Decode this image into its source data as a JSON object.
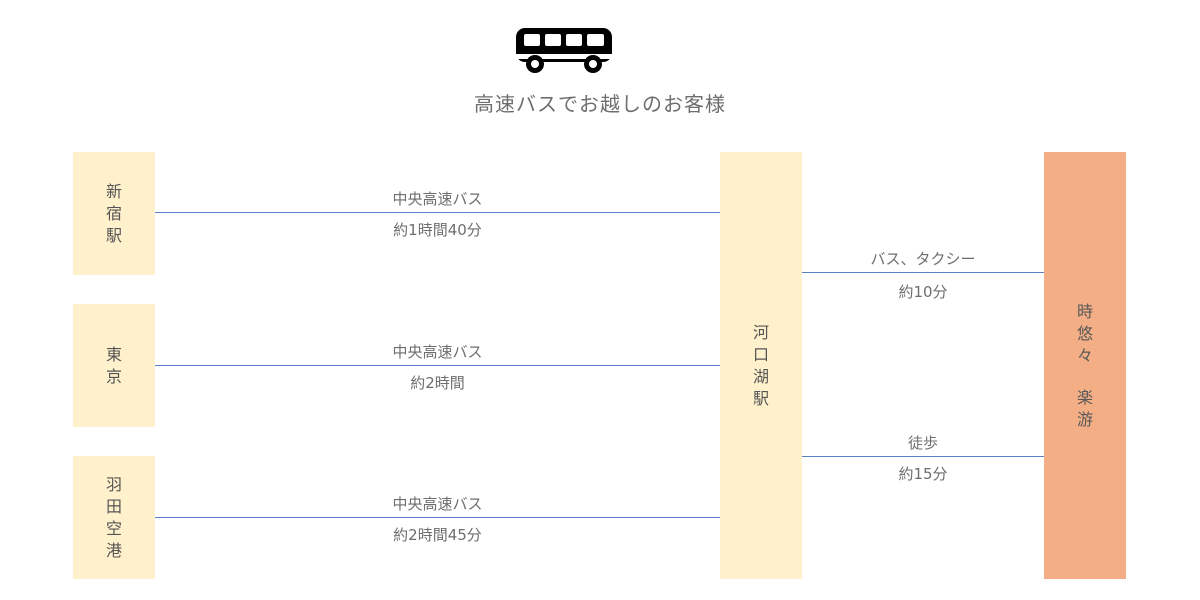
{
  "header": {
    "title": "高速バスでお越しのお客様",
    "icon": "bus-icon",
    "icon_color": "#000000"
  },
  "colors": {
    "station_fill": "#fff1cc",
    "destination_fill": "#f4ae86",
    "line": "#5b7fc8",
    "text": "#6e6e6e"
  },
  "origins": [
    {
      "chars": [
        "新",
        "宿",
        "駅"
      ]
    },
    {
      "chars": [
        "東",
        "京"
      ]
    },
    {
      "chars": [
        "羽",
        "田",
        "空",
        "港"
      ]
    }
  ],
  "hub": {
    "chars": [
      "河",
      "口",
      "湖",
      "駅"
    ]
  },
  "destination": {
    "chars": [
      "時",
      "悠",
      "々",
      "楽",
      "游"
    ]
  },
  "routes": [
    {
      "mode": "中央高速バス",
      "duration": "約1時間40分"
    },
    {
      "mode": "中央高速バス",
      "duration": "約2時間"
    },
    {
      "mode": "中央高速バス",
      "duration": "約2時間45分"
    },
    {
      "mode": "バス、タクシー",
      "duration": "約10分"
    },
    {
      "mode": "徒歩",
      "duration": "約15分"
    }
  ]
}
